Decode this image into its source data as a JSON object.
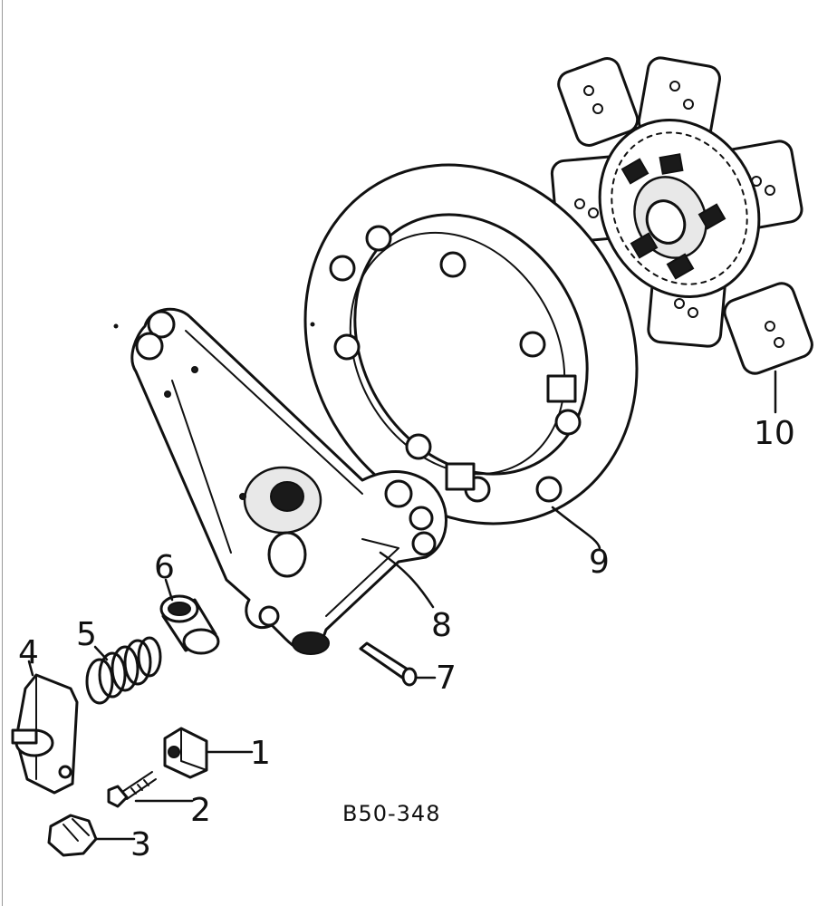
{
  "figure": {
    "reference_code": "B50-348"
  },
  "callouts": [
    {
      "id": "1",
      "label": "1"
    },
    {
      "id": "2",
      "label": "2"
    },
    {
      "id": "3",
      "label": "3"
    },
    {
      "id": "4",
      "label": "4"
    },
    {
      "id": "5",
      "label": "5"
    },
    {
      "id": "6",
      "label": "6"
    },
    {
      "id": "7",
      "label": "7"
    },
    {
      "id": "8",
      "label": "8"
    },
    {
      "id": "9",
      "label": "9"
    },
    {
      "id": "10",
      "label": "10"
    }
  ]
}
